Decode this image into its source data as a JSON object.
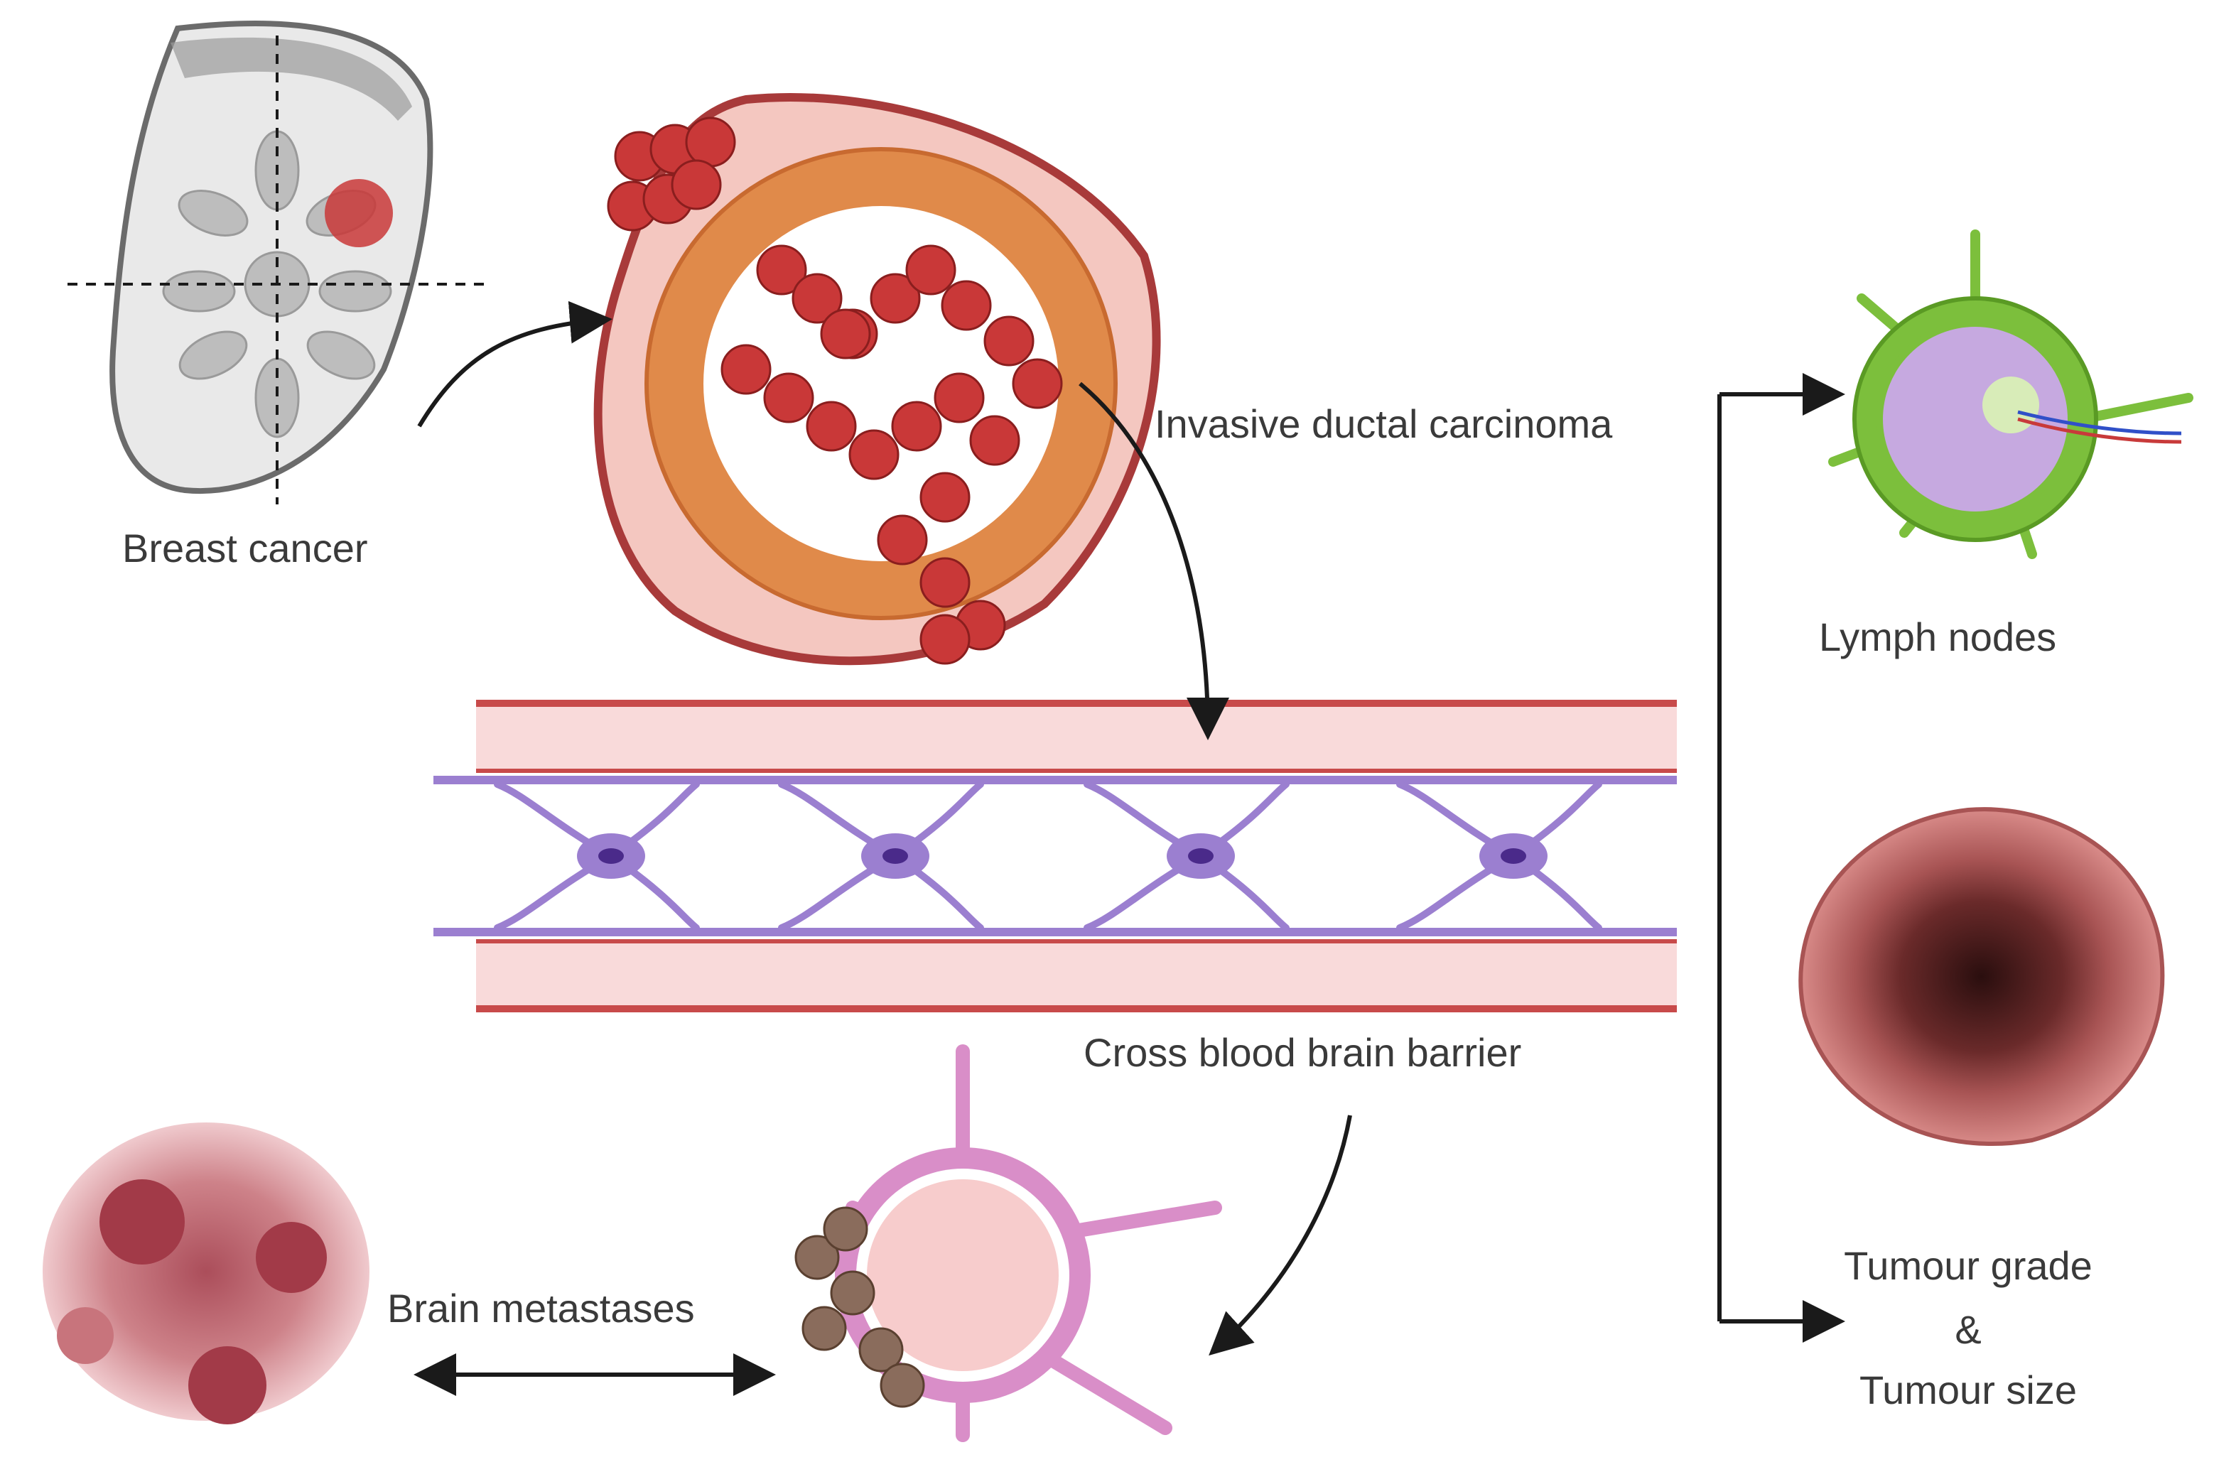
{
  "labels": {
    "breast_cancer": "Breast cancer",
    "invasive_ductal_carcinoma": "Invasive ductal carcinoma",
    "lymph_nodes": "Lymph nodes",
    "cross_bbb": "Cross blood brain barrier",
    "brain_metastases": "Brain metastases",
    "tumour_grade": "Tumour grade",
    "ampersand": "&",
    "tumour_size": "Tumour size"
  },
  "colors": {
    "breast_outline": "#6b6b6b",
    "breast_fill": "#e9e9e9",
    "lobule": "#bdbdbd",
    "tumor_red": "#c93838",
    "duct_orange": "#e08a4a",
    "duct_wall": "#b04a4a",
    "vessel_pink": "#f9dada",
    "vessel_red": "#c84a4a",
    "astrocyte_purple": "#9b7fd0",
    "astrocyte_nucleus": "#4a2a8a",
    "lymph_green": "#7cbf3c",
    "lymph_purple": "#c6a9e0",
    "tumour_dark": "#3a1818",
    "tumour_outer": "#d88a88",
    "metastasis_pink": "#c8747c",
    "metastasis_brown": "#8a6c5c",
    "capillary_pink": "#d98ec8",
    "arrow": "#1a1a1a"
  }
}
